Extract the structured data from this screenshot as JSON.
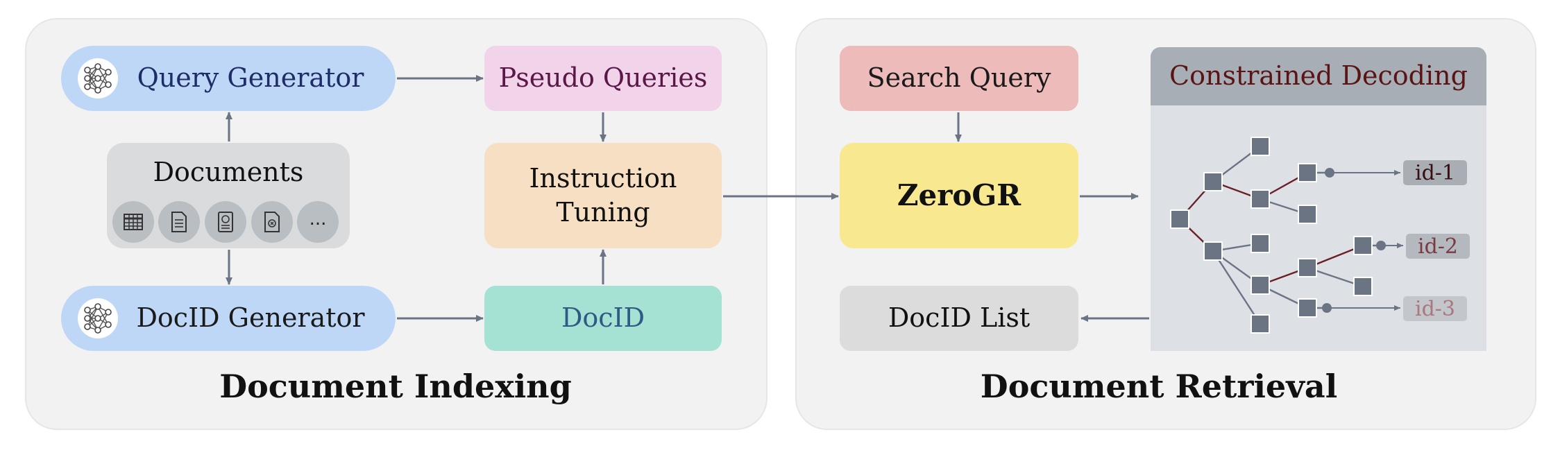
{
  "indexing": {
    "caption": "Document Indexing",
    "query_generator": "Query Generator",
    "pseudo_queries": "Pseudo Queries",
    "documents": "Documents",
    "documents_more": "...",
    "instruction_tuning": "Instruction Tuning",
    "docid_generator": "DocID Generator",
    "docid": "DocID",
    "document_icons": [
      "table-icon",
      "text-document-icon",
      "image-document-icon",
      "code-document-icon",
      "more-icon"
    ]
  },
  "retrieval": {
    "caption": "Document Retrieval",
    "search_query": "Search Query",
    "zerogr": "ZeroGR",
    "docid_list": "DocID List",
    "constrained_decoding": "Constrained Decoding",
    "ids": [
      "id-1",
      "id-2",
      "id-3"
    ]
  },
  "colors": {
    "panel": "#f2f2f2",
    "generator": "#bed7f7",
    "pseudo_queries": "#f2d4ea",
    "documents": "#d9dbdd",
    "instruction_tuning": "#f6dfc3",
    "docid": "#a5e2d4",
    "search_query": "#eebbbb",
    "zerogr": "#f8e890",
    "docid_list": "#dcdcdc",
    "decoding_header": "#a7aeb6",
    "decoding_body": "#dde1e6",
    "tree_node": "#6a7482",
    "tree_active_edge": "#6a1f26",
    "arrow": "#6b7484"
  }
}
